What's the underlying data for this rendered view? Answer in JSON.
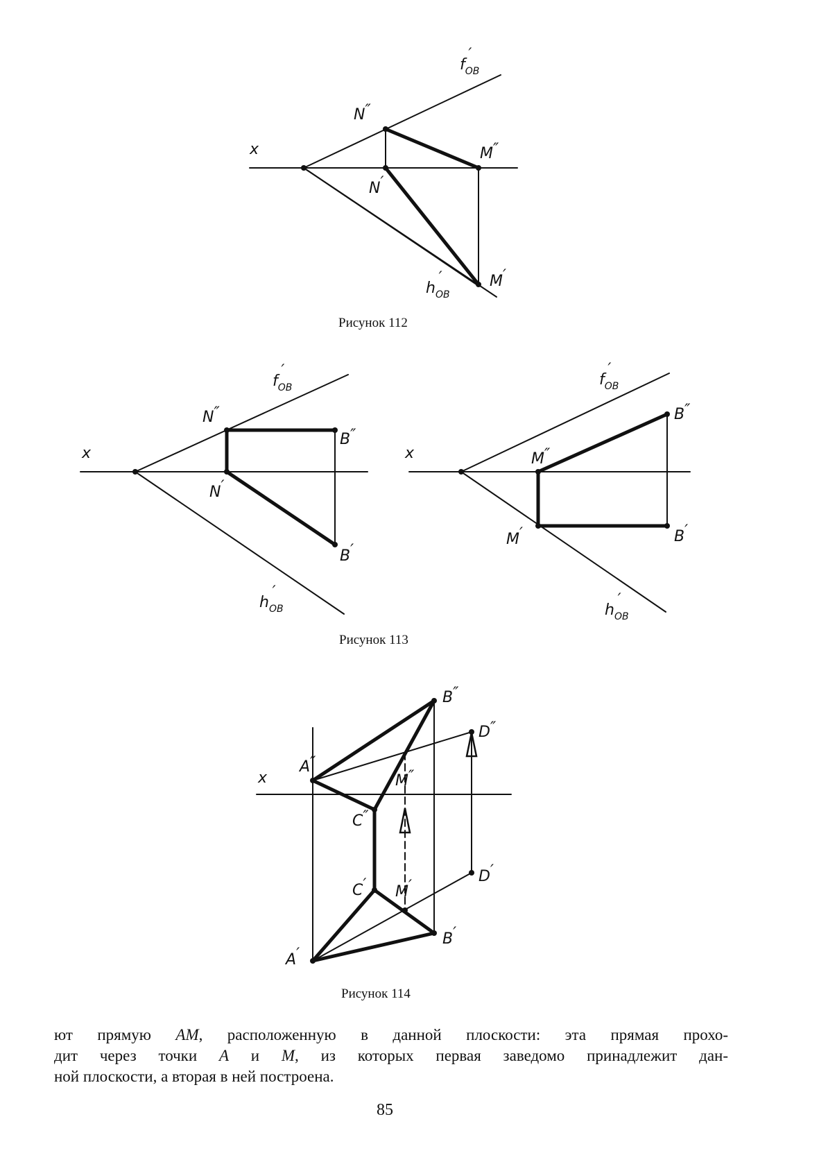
{
  "figures": {
    "fig112": {
      "caption": "Рисунок 112",
      "labels": {
        "x": "x",
        "f": "f",
        "f_sub": "OB",
        "h": "h",
        "h_sub": "OB",
        "n2": "N",
        "n1": "N",
        "m2": "M",
        "m1": "M"
      }
    },
    "fig113": {
      "caption": "Рисунок 113",
      "left": {
        "labels": {
          "x": "x",
          "f": "f",
          "f_sub": "OB",
          "h": "h",
          "h_sub": "OB",
          "n2": "N",
          "n1": "N",
          "b2": "B",
          "b1": "B"
        }
      },
      "right": {
        "labels": {
          "x": "x",
          "f": "f",
          "f_sub": "OB",
          "h": "h",
          "h_sub": "OB",
          "m2": "M",
          "m1": "M",
          "b2": "B",
          "b1": "B"
        }
      }
    },
    "fig114": {
      "caption": "Рисунок 114",
      "labels": {
        "x": "x",
        "a2": "A",
        "a1": "A",
        "b2": "B",
        "b1": "B",
        "c2": "C",
        "c1": "C",
        "d2": "D",
        "d1": "D",
        "m2": "M",
        "m1": "M"
      }
    }
  },
  "text": {
    "line1_a": "ют прямую ",
    "line1_em": "AM",
    "line1_b": ", расположенную в данной плоскости: эта прямая прохо-",
    "line2_a": "дит через точки ",
    "line2_em1": "A",
    "line2_b": " и ",
    "line2_em2": "M",
    "line2_c": ", из которых первая заведомо принадлежит дан-",
    "line3": "ной плоскости, а вторая в ней построена."
  },
  "page_number": "85"
}
